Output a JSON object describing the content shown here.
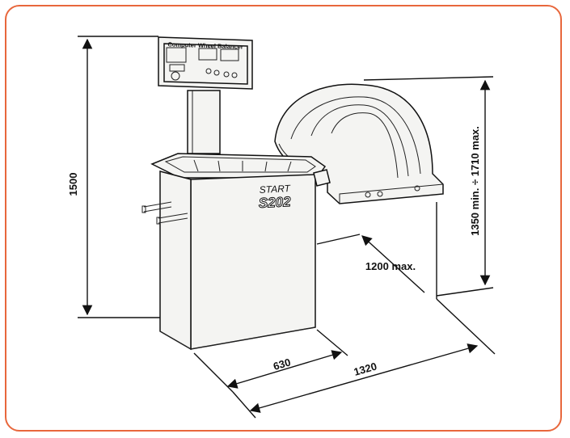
{
  "frame": {
    "border_color": "#e8673c"
  },
  "machine": {
    "panel_title": "Computer Wheel Balancer",
    "brand": "START",
    "model": "S202"
  },
  "dimensions": {
    "height_total": "1500",
    "wheel_height": "1350 min. ÷ 1710 max.",
    "wheel_diameter": "1200 max.",
    "depth": "630",
    "width_total": "1320"
  }
}
